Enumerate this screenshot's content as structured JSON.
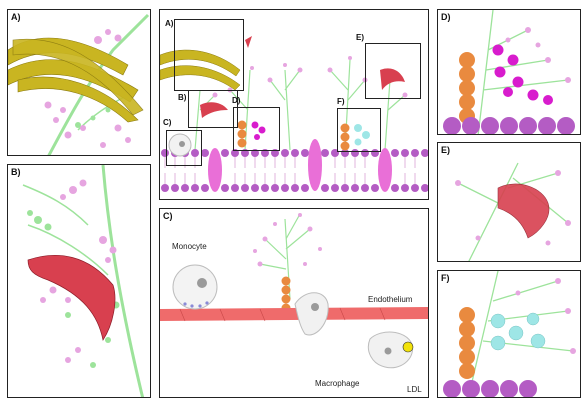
{
  "panels": {
    "left_top": "A)",
    "left_bottom": "B)",
    "center_top": "A)",
    "center_bottom": "C)",
    "right_1": "D)",
    "right_2": "E)",
    "right_3": "F)"
  },
  "center_top_insets": {
    "a": "A)",
    "b": "B)",
    "c": "C)",
    "d": "D)",
    "e": "E)",
    "f": "F)"
  },
  "center_bottom_labels": {
    "monocyte": "Monocyte",
    "endothelium": "Endothelium",
    "macrophage": "Macrophage",
    "ldl": "LDL"
  },
  "colors": {
    "membrane": "#b45cc4",
    "tail": "#d9a3d6",
    "protein": "#e96fd7",
    "glycan_green": "#9de39b",
    "glycan_pink": "#e6a5e0",
    "collagen": "#c9b521",
    "orange_stack": "#e98a3f",
    "magenta_ball": "#d81ccd",
    "cyan_ball": "#9ee6e6",
    "red_protein": "#d8404f",
    "endothelium": "#ef6b6b"
  }
}
